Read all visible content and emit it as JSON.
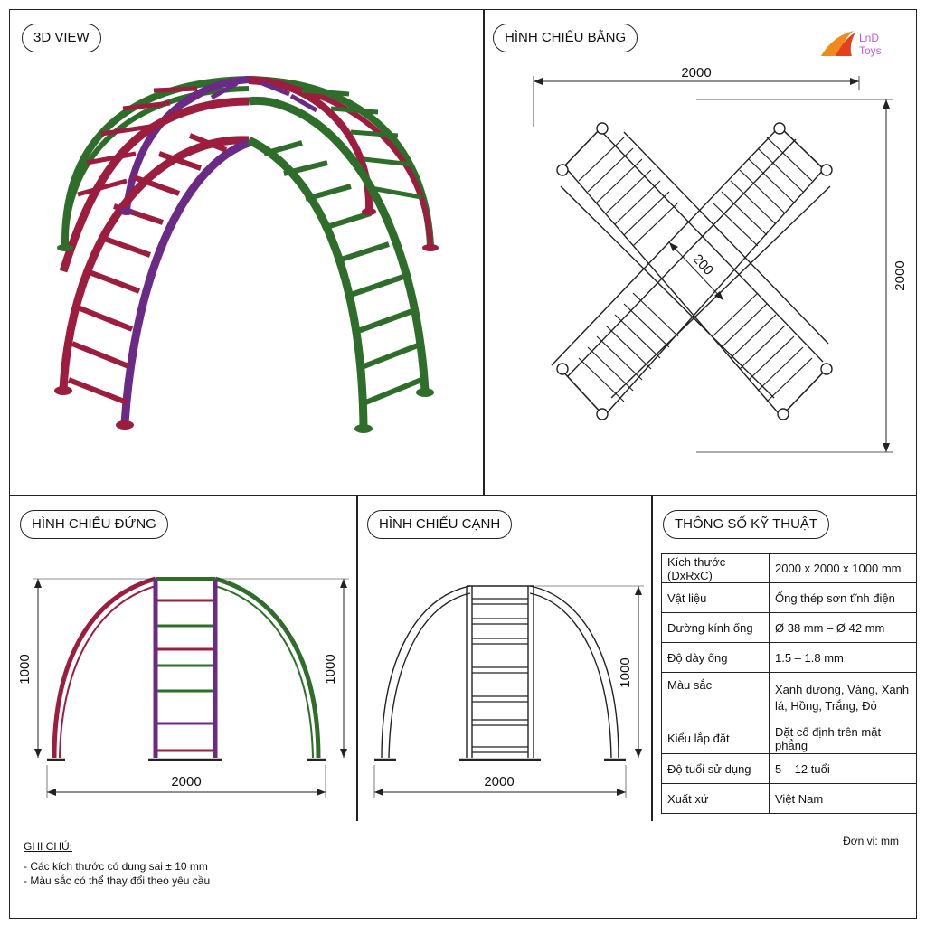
{
  "panels": {
    "view3d": "3D VIEW",
    "top": "HÌNH CHIẾU BẰNG",
    "front": "HÌNH CHIẾU ĐỨNG",
    "side": "HÌNH CHIẾU CẠNH",
    "spec": "THÔNG SỐ KỸ THUẬT"
  },
  "logo": {
    "line1": "LnD",
    "line2": "Toys",
    "accent": "#f08a1e",
    "accent2": "#e2401e",
    "text_color": "#c45ad8"
  },
  "dimensions": {
    "top_width": "2000",
    "top_height": "2000",
    "top_center": "200",
    "front_height_left": "1000",
    "front_height_right": "1000",
    "front_width": "2000",
    "side_height": "1000",
    "side_width": "2000"
  },
  "spec_rows": [
    {
      "key": "Kích thước (DxRxC)",
      "value": "2000 x 2000 x 1000 mm"
    },
    {
      "key": "Vật liệu",
      "value": "Ống thép sơn tĩnh điện"
    },
    {
      "key": "Đường kính ống",
      "value": "Ø 38 mm – Ø 42 mm"
    },
    {
      "key": "Độ dày ống",
      "value": "1.5 – 1.8 mm"
    },
    {
      "key": "Màu sắc",
      "value": "Xanh dương, Vàng, Xanh lá, Hồng, Trắng, Đỏ"
    },
    {
      "key": "Kiểu lắp đặt",
      "value": "Đặt cố định trên mặt phẳng"
    },
    {
      "key": "Độ tuổi sử dụng",
      "value": "5 – 12 tuổi"
    },
    {
      "key": "Xuất xứ",
      "value": "Việt Nam"
    }
  ],
  "notes": {
    "title": "GHI CHÚ:",
    "line1": "- Các kích thước có dung sai ± 10 mm",
    "line2": "- Màu sắc có thể thay đổi theo yêu cầu"
  },
  "unit": "Đơn vị: mm",
  "colors": {
    "red": "#9c1d3d",
    "green": "#2e6e2a",
    "purple": "#6a2a86",
    "line": "#222222"
  }
}
